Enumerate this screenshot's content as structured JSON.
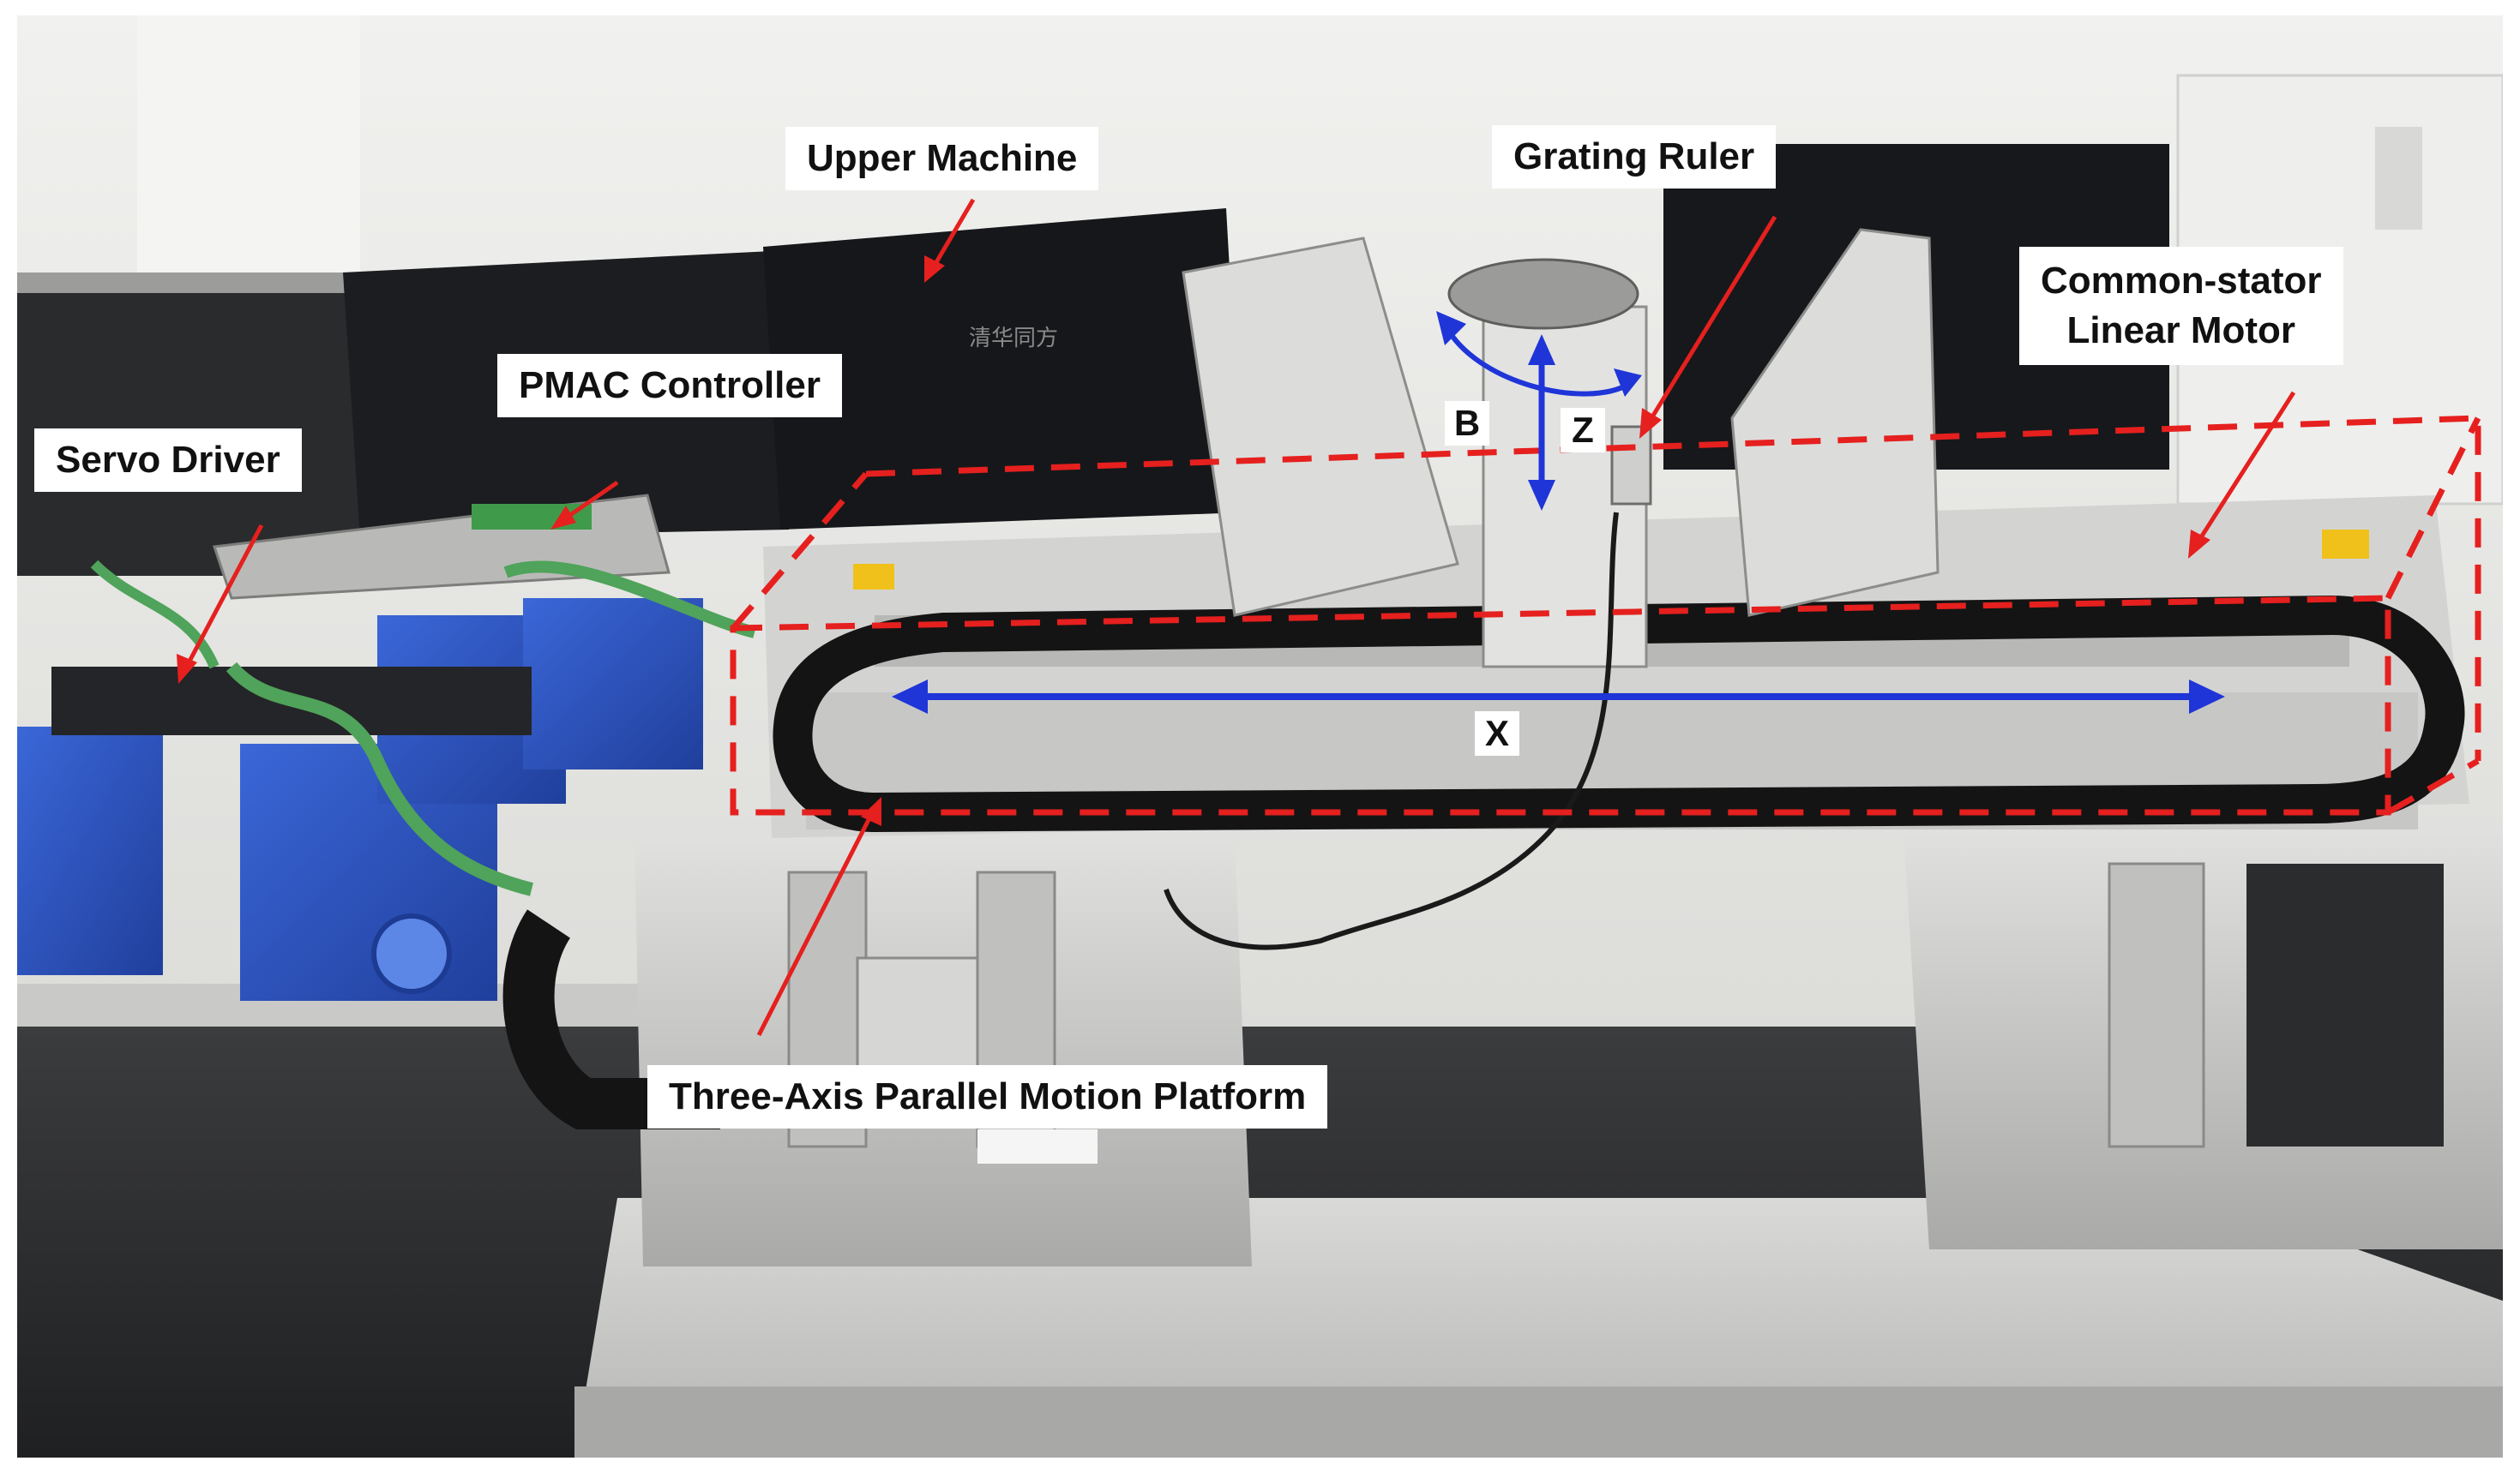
{
  "labels": {
    "upper_machine": "Upper Machine",
    "grating_ruler": "Grating Ruler",
    "pmac_controller": "PMAC Controller",
    "servo_driver": "Servo Driver",
    "common_stator_line1": "Common-stator",
    "common_stator_line2": "Linear Motor",
    "platform": "Three-Axis Parallel Motion Platform"
  },
  "axes": {
    "x": "X",
    "z": "Z",
    "b": "B"
  },
  "monitor_brand": "清华同方",
  "colors": {
    "annotation_arrow": "#e5201e",
    "axis_arrow": "#1f35d8",
    "dashed_box": "#e5201e",
    "wall": "#e9e9e6",
    "aluminum": "#c8c9c7",
    "cable_chain": "#141414",
    "driver_blue": "#2d55c8",
    "cable_green": "#4fa35a"
  }
}
